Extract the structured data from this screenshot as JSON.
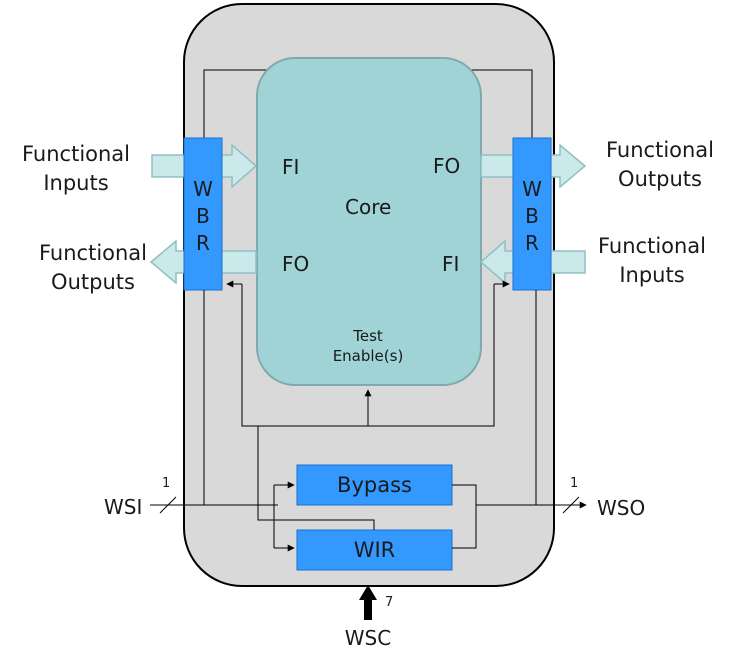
{
  "core": {
    "label": "Core",
    "test_enable_line1": "Test",
    "test_enable_line2": "Enable(s)"
  },
  "ports": {
    "fi": "FI",
    "fo": "FO"
  },
  "wbr": {
    "letters": [
      "W",
      "B",
      "R"
    ]
  },
  "left": {
    "inputs_line1": "Functional",
    "inputs_line2": "Inputs",
    "outputs_line1": "Functional",
    "outputs_line2": "Outputs"
  },
  "right": {
    "outputs_line1": "Functional",
    "outputs_line2": "Outputs",
    "inputs_line1": "Functional",
    "inputs_line2": "Inputs"
  },
  "registers": {
    "bypass": "Bypass",
    "wir": "WIR"
  },
  "signals": {
    "wsi": "WSI",
    "wsi_width": "1",
    "wso": "WSO",
    "wso_width": "1",
    "wsc": "WSC",
    "wsc_width": "7"
  },
  "colors": {
    "wrapper_fill": "#d9d9d9",
    "core_fill": "#9fd3d6",
    "register_fill": "#3399ff",
    "arrow_fill": "#cbe8ea",
    "arrow_stroke": "#8fc0c4"
  }
}
